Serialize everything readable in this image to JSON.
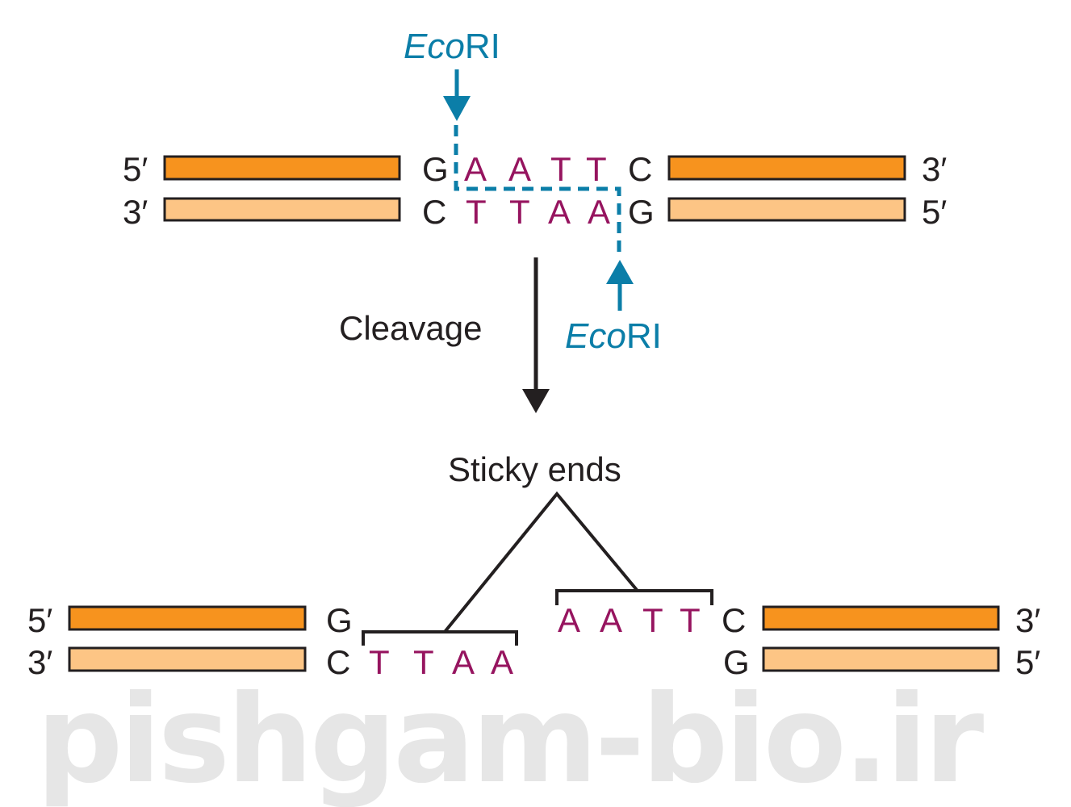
{
  "colors": {
    "strand_top": "#f7931e",
    "strand_bottom": "#fdc585",
    "strand_outline": "#231f20",
    "recognition_bases": "#96145f",
    "flanking_bases": "#231f20",
    "enzyme": "#0b7ea8",
    "arrow": "#231f20",
    "watermark": "#e6e6e6"
  },
  "before": {
    "left": {
      "top_end": "5′",
      "bottom_end": "3′",
      "top_base": "G",
      "bottom_base": "C"
    },
    "right": {
      "top_end": "3′",
      "bottom_end": "5′",
      "top_base": "C",
      "bottom_base": "G"
    },
    "top_site": [
      "A",
      "A",
      "T",
      "T"
    ],
    "bottom_site": [
      "T",
      "T",
      "A",
      "A"
    ],
    "enzyme_top": {
      "italic": "Eco",
      "roman": "RI"
    },
    "enzyme_bottom": {
      "italic": "Eco",
      "roman": "RI"
    }
  },
  "step": {
    "label": "Cleavage"
  },
  "after": {
    "annotation": "Sticky ends",
    "left": {
      "top_end": "5′",
      "bottom_end": "3′",
      "top_base": "G",
      "bottom_base": "C",
      "overhang": [
        "T",
        "T",
        "A",
        "A"
      ]
    },
    "right": {
      "top_end": "3′",
      "bottom_end": "5′",
      "top_base": "C",
      "bottom_base": "G",
      "overhang": [
        "A",
        "A",
        "T",
        "T"
      ]
    }
  },
  "watermark": "pishgam-bio.ir"
}
